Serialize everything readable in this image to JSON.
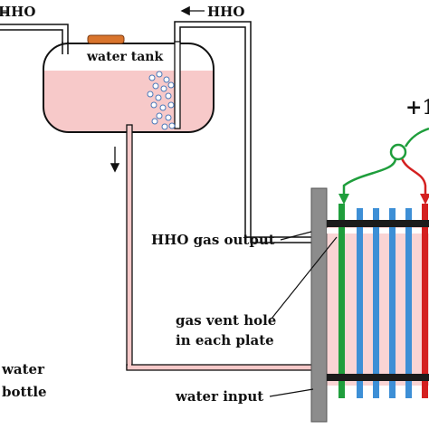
{
  "labels": {
    "hho_top_left": "HHO",
    "hho_top_right": "HHO",
    "water_tank": "water tank",
    "hho_gas_output": "HHO gas output",
    "gas_vent_line1": "gas vent hole",
    "gas_vent_line2": "in each plate",
    "water_input": "water input",
    "water_bottle_line1": "water",
    "water_bottle_line2": "bottle",
    "voltage": "+1"
  },
  "colors": {
    "tank_water": "#f7c9c9",
    "tank_outline": "#111111",
    "cap": "#d9742c",
    "wall": "#8c8c8c",
    "plate_blue": "#3d8fd6",
    "plate_green": "#1f9e3c",
    "plate_red": "#d42020",
    "wire_green": "#1f9e3c",
    "wire_red": "#d42020",
    "cell_fill": "#f9d4d4",
    "bolt": "#1b1b1b"
  },
  "icons": {
    "flow_arrow_down": "arrow-down-icon",
    "flow_arrow_left": "arrow-left-icon",
    "terminal": "terminal-ring-icon"
  }
}
